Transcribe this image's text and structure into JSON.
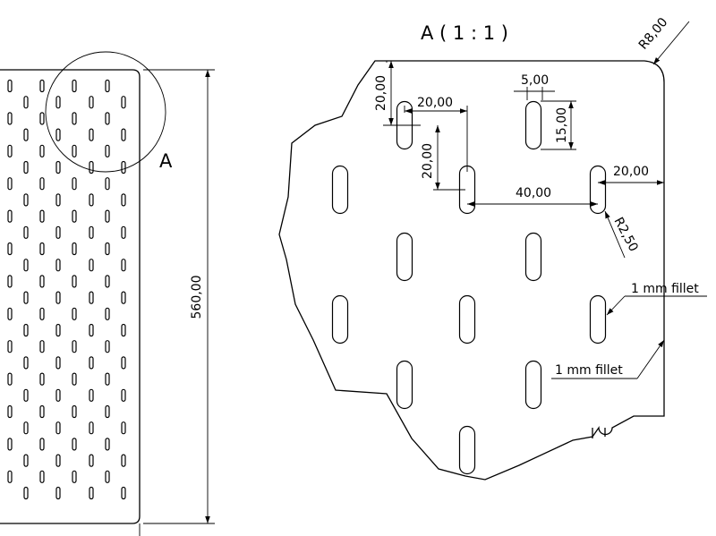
{
  "drawing": {
    "detail_title": "A ( 1 : 1 )",
    "detail_marker": "A",
    "overall_height": "560,00",
    "dimensions": {
      "edge_offset_y": "20,00",
      "pitch_x_half": "20,00",
      "pitch_y": "20,00",
      "slot_width": "5,00",
      "slot_length": "15,00",
      "edge_offset_x": "20,00",
      "pitch_x": "40,00",
      "slot_radius": "R2,50",
      "corner_radius": "R8,00"
    },
    "notes": {
      "fillet_upper": "1 mm fillet",
      "fillet_lower": "1 mm fillet"
    },
    "colors": {
      "line": "#000000",
      "background": "#ffffff"
    }
  }
}
